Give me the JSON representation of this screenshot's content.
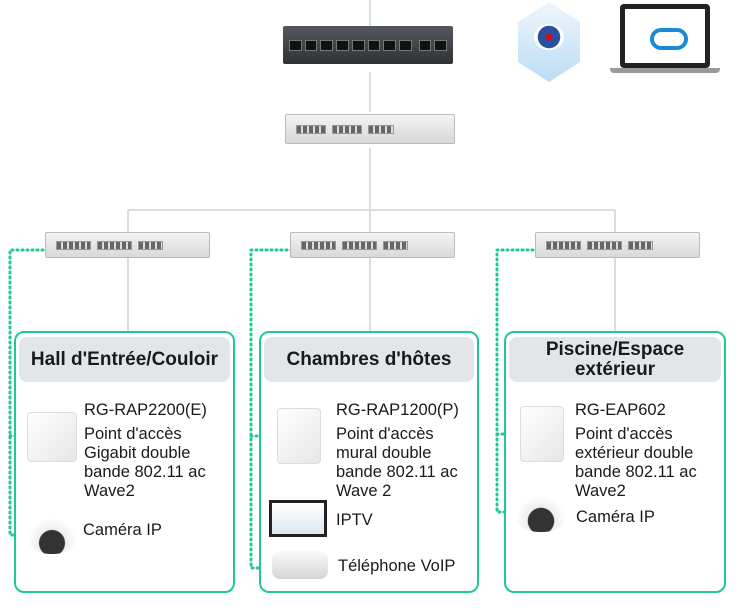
{
  "colors": {
    "zone_border": "#1ec995",
    "link_dotted": "#1ec995",
    "uplink": "#d8dde2",
    "zone_header": "#e3e6e9"
  },
  "top_devices": {
    "poe_switch": "poe-switch-icon",
    "camera_cloud": "cloud-camera-icon",
    "laptop_cloud": "laptop-cloud-icon"
  },
  "zones": [
    {
      "title": "Hall d'Entrée/Couloir",
      "ap_model": "RG-RAP2200(E)",
      "ap_desc": "Point d'accès Gigabit double bande 802.11 ac Wave2",
      "camera": "Caméra IP"
    },
    {
      "title": "Chambres d'hôtes",
      "ap_model": "RG-RAP1200(P)",
      "ap_desc": "Point d'accès mural double bande 802.11 ac Wave 2",
      "tv": "IPTV",
      "phone": "Téléphone VoIP"
    },
    {
      "title": "Piscine/Espace extérieur",
      "ap_model": "RG-EAP602",
      "ap_desc": "Point d'accès extérieur double bande 802.11 ac Wave2",
      "camera": "Caméra IP"
    }
  ]
}
